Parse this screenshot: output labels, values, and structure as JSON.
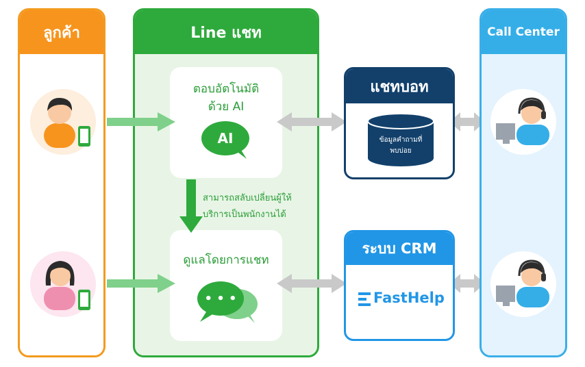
{
  "customer": {
    "title": "ลูกค้า"
  },
  "line_chat": {
    "title": "Line แชท",
    "ai_card": {
      "line1": "ตอบอัตโนมัติ",
      "line2": "ด้วย AI",
      "bubble_text": "AI"
    },
    "switch_note": {
      "line1": "สามารถสลับเปลี่ยนผู้ให้",
      "line2": "บริการเป็นพนักงานได้"
    },
    "human_card": {
      "title": "ดูแลโดยการแชท",
      "bubble_text": "• • •"
    }
  },
  "chatbot": {
    "title": "แชทบอท",
    "db_line1": "ข้อมูลคำถามที่",
    "db_line2": "พบบ่อย"
  },
  "crm": {
    "title": "ระบบ CRM",
    "logo_text": "FastHelp"
  },
  "call_center": {
    "title": "Call Center"
  },
  "colors": {
    "customer": "#f7941d",
    "line": "#2eaa3c",
    "chatbot": "#12406b",
    "crm": "#2196e6",
    "call_center": "#35aee8",
    "arrow_green": "#7fd08a",
    "arrow_grey": "#c9c9c9"
  }
}
